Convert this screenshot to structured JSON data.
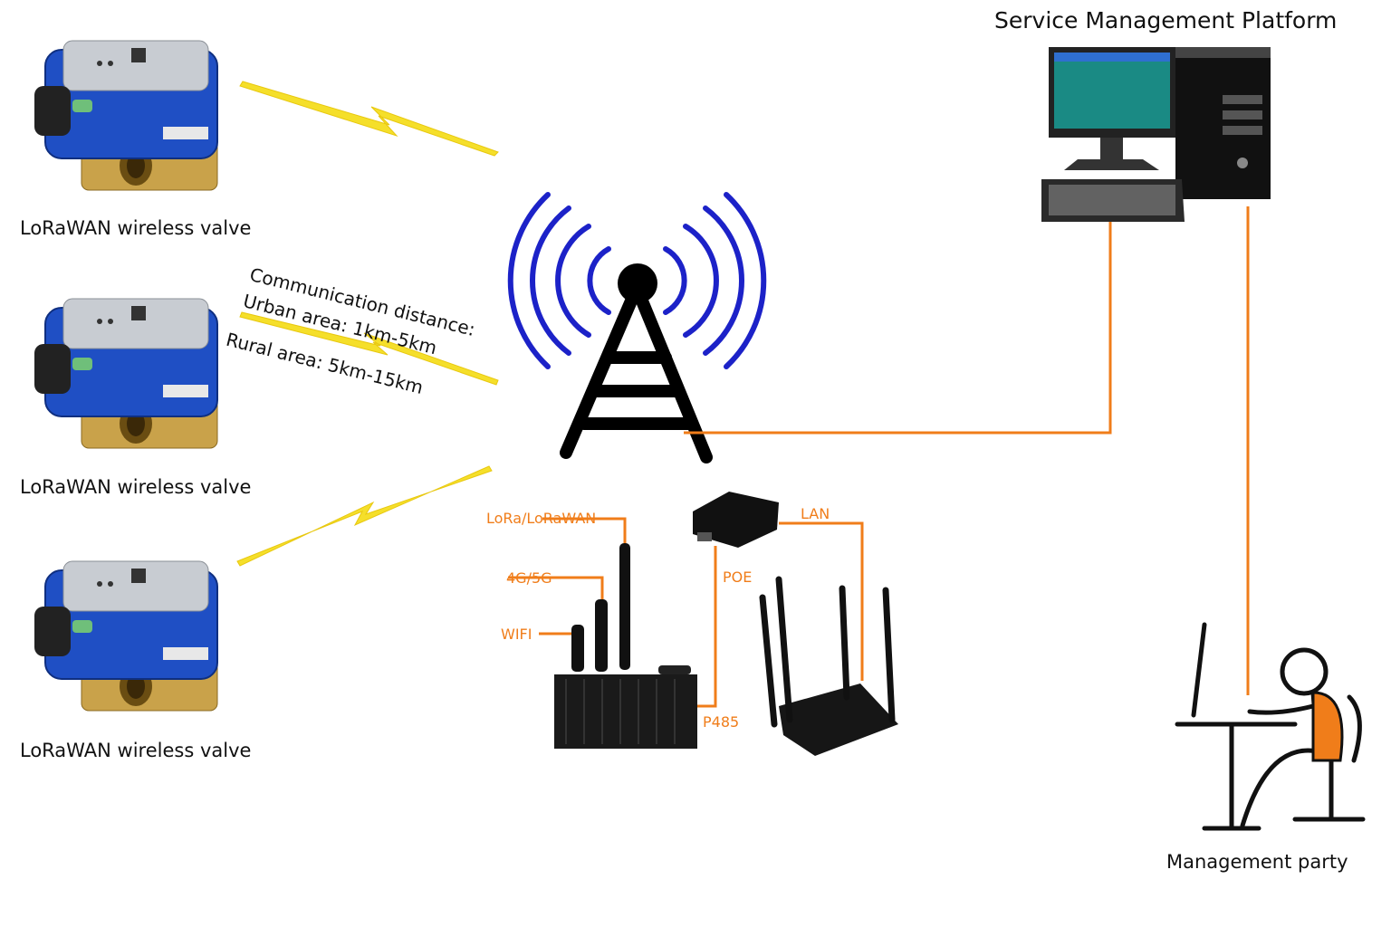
{
  "title": "Service Management Platform",
  "valves": [
    {
      "label": "LoRaWAN wireless valve"
    },
    {
      "label": "LoRaWAN wireless valve"
    },
    {
      "label": "LoRaWAN wireless valve"
    }
  ],
  "communication": {
    "heading": "Communication distance:",
    "urban": "Urban area:  1km-5km",
    "rural": "Rural area:  5km-15km"
  },
  "gateway": {
    "lora_label": "LoRa/LoRaWAN",
    "cellular_label": "4G/5G",
    "wifi_label": "WIFI",
    "poe_label": "POE",
    "p485_label": "P485",
    "lan_label": "LAN"
  },
  "management": {
    "label": "Management party"
  },
  "colors": {
    "link": "#f07d1a",
    "signal": "#f5df2a",
    "tower_wave": "#1c22c8",
    "valve": "#1f4fc4"
  }
}
